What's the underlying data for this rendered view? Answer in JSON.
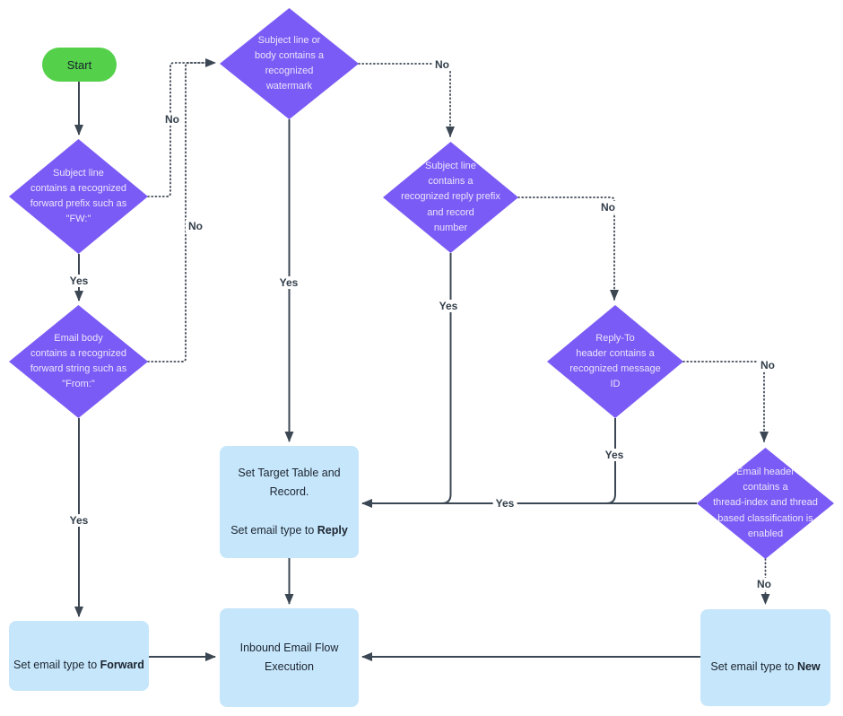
{
  "colors": {
    "purple": "#7B5BF5",
    "green": "#55D04A",
    "blue": "#C6E6FB",
    "line": "#3C4754"
  },
  "nodes": {
    "start": {
      "label": "Start"
    },
    "forward_prefix": {
      "text": "Subject line\ncontains a recognized\nforward prefix such as\n\"FW:\""
    },
    "forward_string": {
      "text": "Email body\ncontains a recognized\nforward string such as\n\"From:\""
    },
    "watermark": {
      "text": "Subject line or\nbody contains a\nrecognized\nwatermark"
    },
    "reply_prefix": {
      "text": "Subject line\ncontains a\nrecognized reply prefix\nand record\nnumber"
    },
    "reply_to": {
      "text": "Reply-To\nheader contains a\nrecognized message\nID"
    },
    "thread_index": {
      "text": "Email header\ncontains a\nthread-index and thread\nbased classification is\nenabled"
    },
    "set_reply": {
      "line1": "Set Target Table and Record.",
      "line2_prefix": "Set email type to ",
      "line2_bold": "Reply"
    },
    "set_forward": {
      "prefix": "Set email type to ",
      "bold": "Forward"
    },
    "set_new": {
      "prefix": "Set email type to ",
      "bold": "New"
    },
    "inbound_flow": {
      "text": "Inbound Email Flow\nExecution"
    }
  },
  "edge_labels": {
    "forward_prefix_yes": "Yes",
    "forward_prefix_no": "No",
    "forward_string_yes": "Yes",
    "forward_string_no": "No",
    "watermark_yes": "Yes",
    "watermark_no": "No",
    "reply_prefix_yes": "Yes",
    "reply_prefix_no": "No",
    "reply_to_yes": "Yes",
    "reply_to_no": "No",
    "thread_index_yes": "Yes",
    "thread_index_no": "No"
  }
}
